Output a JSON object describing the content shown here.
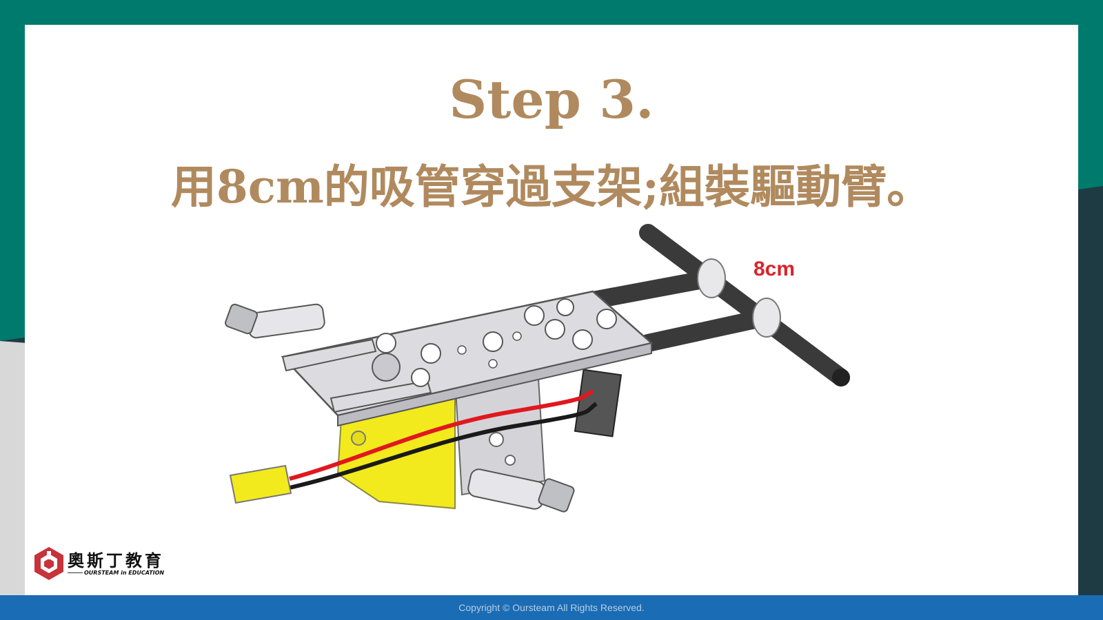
{
  "slide": {
    "title": "Step 3.",
    "subtitle": "用8cm的吸管穿過支架;組裝驅動臂。"
  },
  "illustration": {
    "dimension_label": "8cm"
  },
  "logo": {
    "name": "奧斯丁教育",
    "tagline": "OURSTEAM in EDUCATION"
  },
  "footer": {
    "copyright": "Copyright © Oursteam All Rights Reserved."
  },
  "colors": {
    "teal": "#007a6c",
    "dark_navy": "#1e3b44",
    "title_brown": "#b08a5e",
    "footer_blue": "#1a6cb4",
    "label_red": "#d7252b",
    "motor_yellow": "#f2ea1c",
    "logo_red": "#c8323a"
  }
}
